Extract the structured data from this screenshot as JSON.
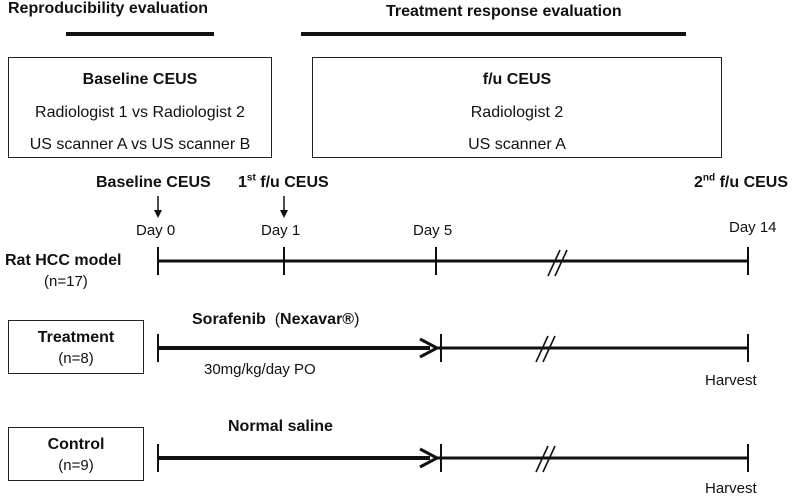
{
  "header": {
    "left_title": "Reproducibility evaluation",
    "right_title": "Treatment response evaluation"
  },
  "baseline_box": {
    "title": "Baseline CEUS",
    "line1": "Radiologist 1 vs Radiologist 2",
    "line2": "US scanner A vs US scanner B"
  },
  "fu_box": {
    "title": "f/u CEUS",
    "line1": "Radiologist 2",
    "line2": "US scanner A"
  },
  "timeline": {
    "baseline_marker": "Baseline CEUS",
    "first_fu_prefix": "1",
    "first_fu_sup": "st",
    "first_fu_suffix": " f/u CEUS",
    "second_fu_prefix": "2",
    "second_fu_sup": "nd",
    "second_fu_suffix": " f/u CEUS",
    "days": [
      "Day 0",
      "Day 1",
      "Day 5",
      "Day 14"
    ]
  },
  "model": {
    "label": "Rat  HCC model",
    "n": "(n=17)"
  },
  "treatment": {
    "label": "Treatment",
    "n": "(n=8)",
    "drug_a": "Sorafenib",
    "drug_b": "Nexavar®",
    "dose": "30mg/kg/day PO",
    "end": "Harvest"
  },
  "control": {
    "label": "Control",
    "n": "(n=9)",
    "agent": "Normal saline",
    "end": "Harvest"
  }
}
